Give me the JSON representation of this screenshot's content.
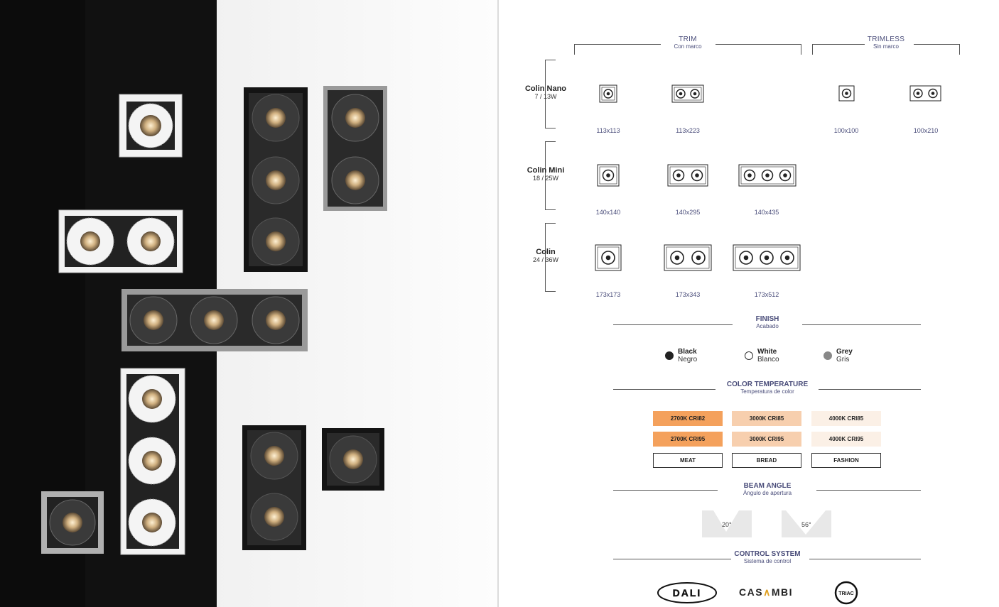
{
  "header": {
    "trim": {
      "title": "TRIM",
      "subtitle": "Con marco"
    },
    "trimless": {
      "title": "TRIMLESS",
      "subtitle": "Sin marco"
    }
  },
  "products": [
    {
      "name": "Colin Nano",
      "power": "7 / 13W",
      "trim": [
        "113x113",
        "113x223"
      ],
      "trimless": [
        "100x100",
        "100x210"
      ]
    },
    {
      "name": "Colin Mini",
      "power": "18 / 25W",
      "trim": [
        "140x140",
        "140x295",
        "140x435"
      ]
    },
    {
      "name": "Colin",
      "power": "24 / 36W",
      "trim": [
        "173x173",
        "173x343",
        "173x512"
      ]
    }
  ],
  "finish": {
    "title": "FINISH",
    "subtitle": "Acabado",
    "options": [
      {
        "en": "Black",
        "es": "Negro",
        "color": "#222222"
      },
      {
        "en": "White",
        "es": "Blanco",
        "color": "#ffffff"
      },
      {
        "en": "Grey",
        "es": "Gris",
        "color": "#888888"
      }
    ]
  },
  "color_temperature": {
    "title": "COLOR TEMPERATURE",
    "subtitle": "Temperatura de color",
    "rows": [
      [
        "2700K CRI82",
        "3000K CRI85",
        "4000K CRI85"
      ],
      [
        "2700K CRI95",
        "3000K CRI95",
        "4000K CRI95"
      ]
    ],
    "colors": [
      "#f4a15c",
      "#f7cfae",
      "#fbf0e6"
    ],
    "uses": [
      "MEAT",
      "BREAD",
      "FASHION"
    ]
  },
  "beam_angle": {
    "title": "BEAM ANGLE",
    "subtitle": "Ángulo de apertura",
    "angles": [
      "20°",
      "56°"
    ]
  },
  "control_system": {
    "title": "CONTROL SYSTEM",
    "subtitle": "Sistema de control",
    "logos": [
      "DALI",
      "CASAMBI",
      "TRIAC"
    ]
  },
  "icons": [
    "downlight-single-icon",
    "downlight-double-icon",
    "downlight-triple-icon"
  ]
}
